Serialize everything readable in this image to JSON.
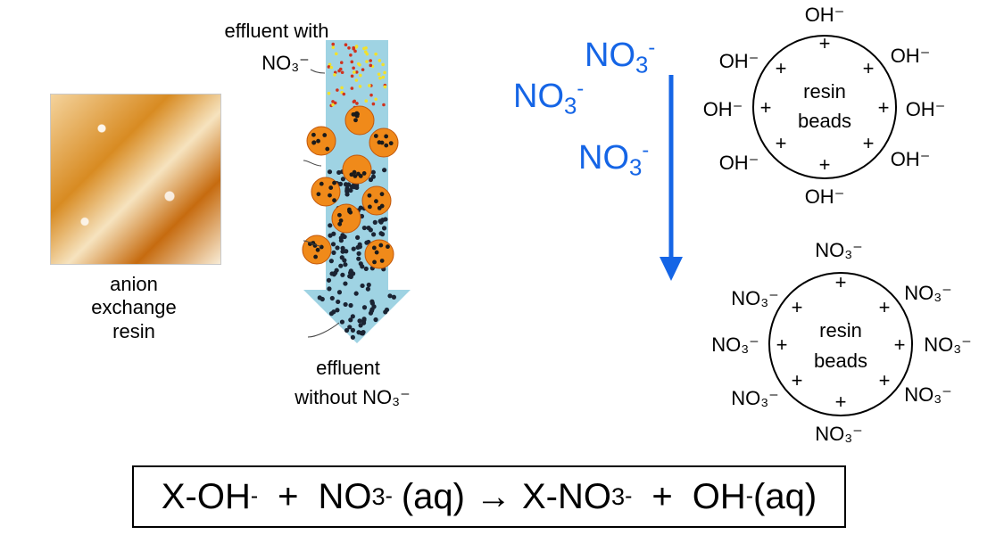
{
  "photo_caption": [
    "anion",
    "exchange",
    "resin"
  ],
  "column": {
    "top_label_1": "effluent with",
    "top_label_2": "NO₃⁻",
    "bottom_label_1": "effluent",
    "bottom_label_2": "without NO₃⁻"
  },
  "flow": {
    "ion_base": "NO",
    "ion_sub": "3",
    "ion_sup": "-",
    "count": 3
  },
  "bead_top": {
    "line1": "resin",
    "line2": "beads",
    "ion": "OH⁻",
    "charge": "+"
  },
  "bead_bottom": {
    "line1": "resin",
    "line2": "beads",
    "ion": "NO₃⁻",
    "charge": "+"
  },
  "equation": {
    "part1": "X-OH",
    "sup1": "-",
    "plus1": "+",
    "part2": "NO",
    "sub2": "3",
    "sup2": "-",
    "aq1": "(aq)",
    "arrow": "→",
    "part3": "X-NO",
    "sub3": "3",
    "sup3": "-",
    "plus2": "+",
    "part4": "OH",
    "sup4": "-",
    "aq2": "(aq)"
  },
  "colors": {
    "flow_blue": "#1565e6",
    "column_fill": "#9fd3e3",
    "bead_orange": "#f08a1a"
  }
}
